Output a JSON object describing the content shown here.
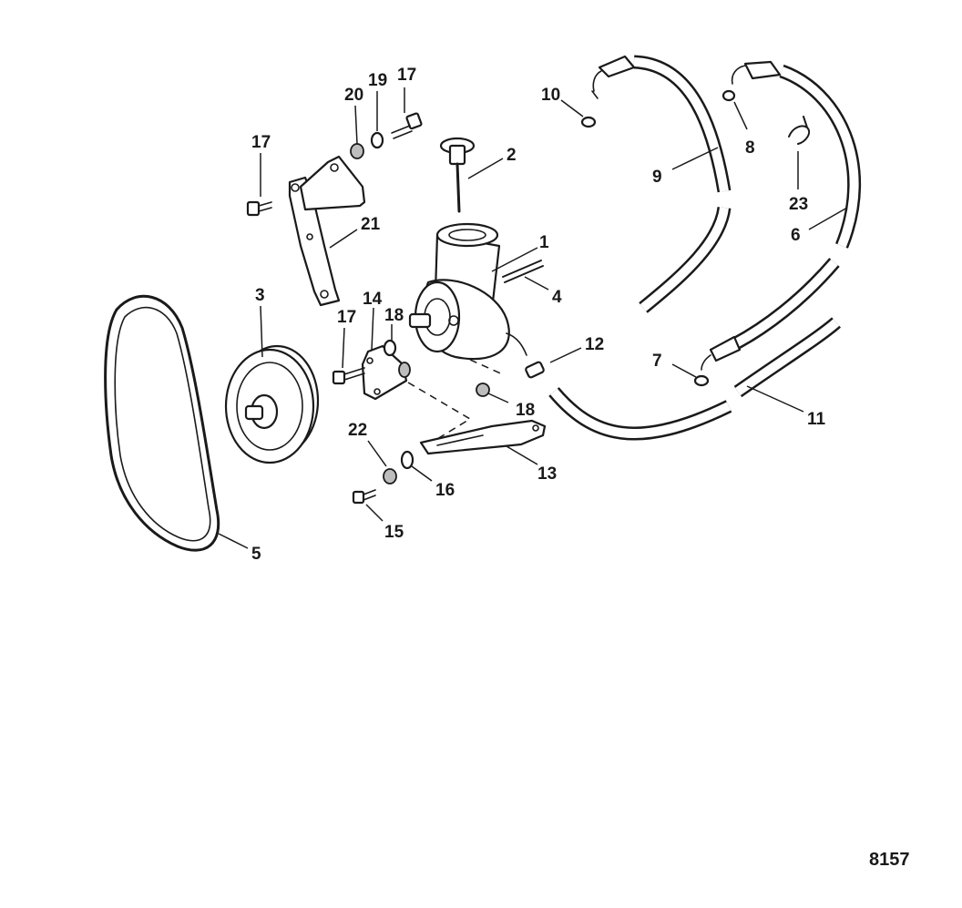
{
  "callouts": {
    "c1": "1",
    "c2": "2",
    "c3": "3",
    "c4": "4",
    "c5": "5",
    "c6": "6",
    "c7": "7",
    "c8": "8",
    "c9": "9",
    "c10": "10",
    "c11": "11",
    "c12": "12",
    "c13": "13",
    "c14": "14",
    "c15": "15",
    "c16": "16",
    "c17a": "17",
    "c17b": "17",
    "c17c": "17",
    "c18a": "18",
    "c18b": "18",
    "c19": "19",
    "c20": "20",
    "c21": "21",
    "c22": "22",
    "c23": "23"
  },
  "figure_number": "8157",
  "line_color": "#1a1a1a",
  "background_color": "#ffffff"
}
